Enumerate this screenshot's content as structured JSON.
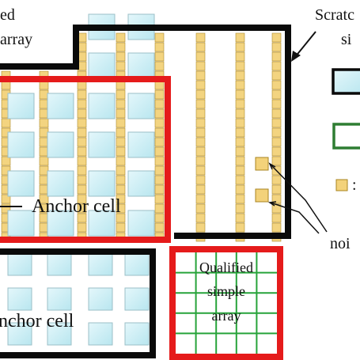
{
  "colors": {
    "scratch_border": "#0a0a0a",
    "anchor_border": "#e51b1b",
    "qualified_border": "#e51b1b",
    "qualified_grid": "#27a33a",
    "legend_green": "#2e7d32",
    "cell_fill_light": "#e4f7fb",
    "cell_fill": "#b8e6ef",
    "cell_stroke": "#9bbfc7",
    "noise_fill": "#f3d27a",
    "noise_stroke": "#a88420",
    "stripe": "#f7e7b6"
  },
  "labels": {
    "top_left_line1": "ed",
    "top_left_line2": "array",
    "top_right_line1": "Scratc",
    "top_right_line2": "si",
    "anchor_cell_1": "Anchor cell",
    "anchor_cell_2": "nchor cell",
    "qualified_line1": "Qualified",
    "qualified_line2": "simple",
    "qualified_line3": "array",
    "legend_noise_colon": ":",
    "noise_label": "noi"
  },
  "legend": [
    {
      "icon": "cyan-cell-legend-icon"
    },
    {
      "icon": "green-box-legend-icon"
    },
    {
      "icon": "noise-square-legend-icon"
    }
  ]
}
